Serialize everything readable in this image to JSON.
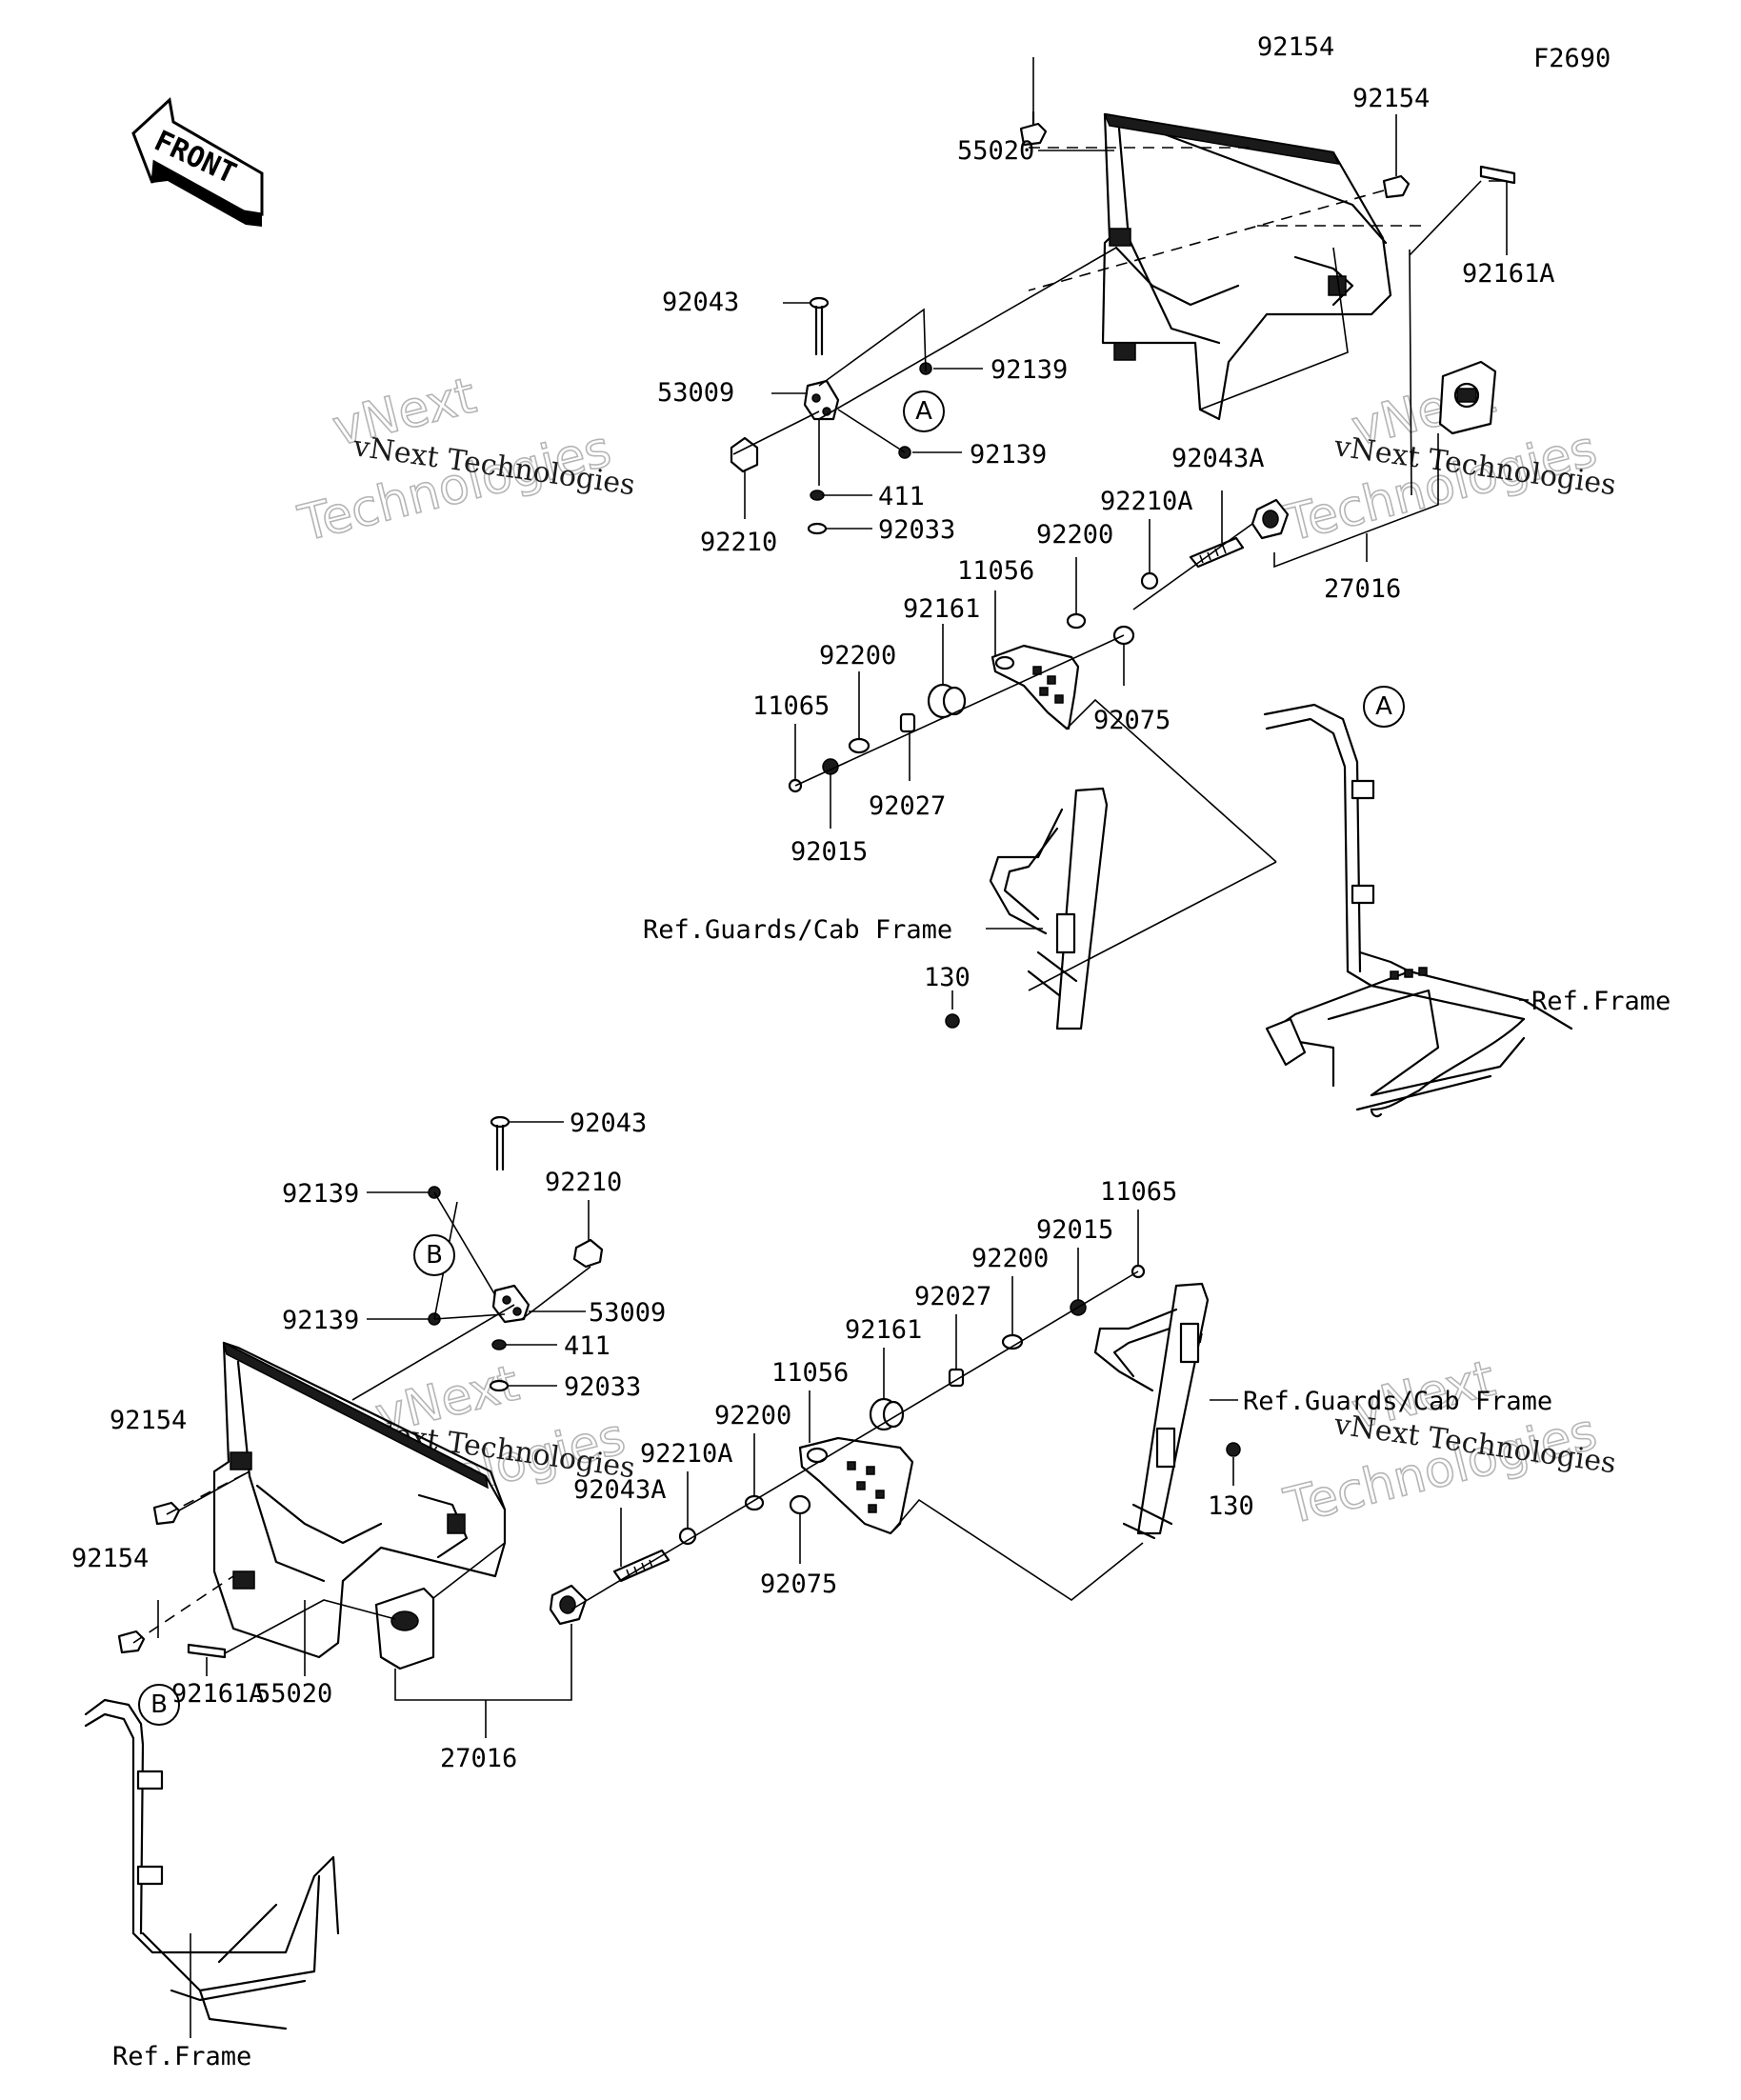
{
  "figure_code": "F2690",
  "front_label": "FRONT",
  "watermark": {
    "line1": "vNext Technologies",
    "line2": "vNext",
    "line3": "Technologies"
  },
  "callouts": {
    "A": "A",
    "B": "B"
  },
  "upper_labels": [
    {
      "id": "u-92154-a",
      "text": "92154"
    },
    {
      "id": "u-92154-b",
      "text": "92154"
    },
    {
      "id": "u-55020",
      "text": "55020"
    },
    {
      "id": "u-92161A",
      "text": "92161A"
    },
    {
      "id": "u-92043",
      "text": "92043"
    },
    {
      "id": "u-92139-a",
      "text": "92139"
    },
    {
      "id": "u-53009",
      "text": "53009"
    },
    {
      "id": "u-92139-b",
      "text": "92139"
    },
    {
      "id": "u-92043A",
      "text": "92043A"
    },
    {
      "id": "u-411",
      "text": "411"
    },
    {
      "id": "u-92210A",
      "text": "92210A"
    },
    {
      "id": "u-92210",
      "text": "92210"
    },
    {
      "id": "u-92033",
      "text": "92033"
    },
    {
      "id": "u-92200-a",
      "text": "92200"
    },
    {
      "id": "u-27016",
      "text": "27016"
    },
    {
      "id": "u-11056",
      "text": "11056"
    },
    {
      "id": "u-92161",
      "text": "92161"
    },
    {
      "id": "u-92200-b",
      "text": "92200"
    },
    {
      "id": "u-11065",
      "text": "11065"
    },
    {
      "id": "u-92075",
      "text": "92075"
    },
    {
      "id": "u-92027",
      "text": "92027"
    },
    {
      "id": "u-92015",
      "text": "92015"
    },
    {
      "id": "u-ref-guards",
      "text": "Ref.Guards/Cab Frame"
    },
    {
      "id": "u-130",
      "text": "130"
    },
    {
      "id": "u-ref-frame",
      "text": "Ref.Frame"
    }
  ],
  "lower_labels": [
    {
      "id": "l-92043",
      "text": "92043"
    },
    {
      "id": "l-92210",
      "text": "92210"
    },
    {
      "id": "l-92139-a",
      "text": "92139"
    },
    {
      "id": "l-11065",
      "text": "11065"
    },
    {
      "id": "l-92015",
      "text": "92015"
    },
    {
      "id": "l-92200-a",
      "text": "92200"
    },
    {
      "id": "l-53009",
      "text": "53009"
    },
    {
      "id": "l-92139-b",
      "text": "92139"
    },
    {
      "id": "l-92027",
      "text": "92027"
    },
    {
      "id": "l-411",
      "text": "411"
    },
    {
      "id": "l-92161",
      "text": "92161"
    },
    {
      "id": "l-11056",
      "text": "11056"
    },
    {
      "id": "l-92033",
      "text": "92033"
    },
    {
      "id": "l-ref-guards",
      "text": "Ref.Guards/Cab Frame"
    },
    {
      "id": "l-92200-b",
      "text": "92200"
    },
    {
      "id": "l-92154-a",
      "text": "92154"
    },
    {
      "id": "l-92210A",
      "text": "92210A"
    },
    {
      "id": "l-92043A",
      "text": "92043A"
    },
    {
      "id": "l-130",
      "text": "130"
    },
    {
      "id": "l-92154-b",
      "text": "92154"
    },
    {
      "id": "l-92075",
      "text": "92075"
    },
    {
      "id": "l-92161A",
      "text": "92161A"
    },
    {
      "id": "l-55020",
      "text": "55020"
    },
    {
      "id": "l-27016",
      "text": "27016"
    },
    {
      "id": "l-ref-frame",
      "text": "Ref.Frame"
    }
  ]
}
